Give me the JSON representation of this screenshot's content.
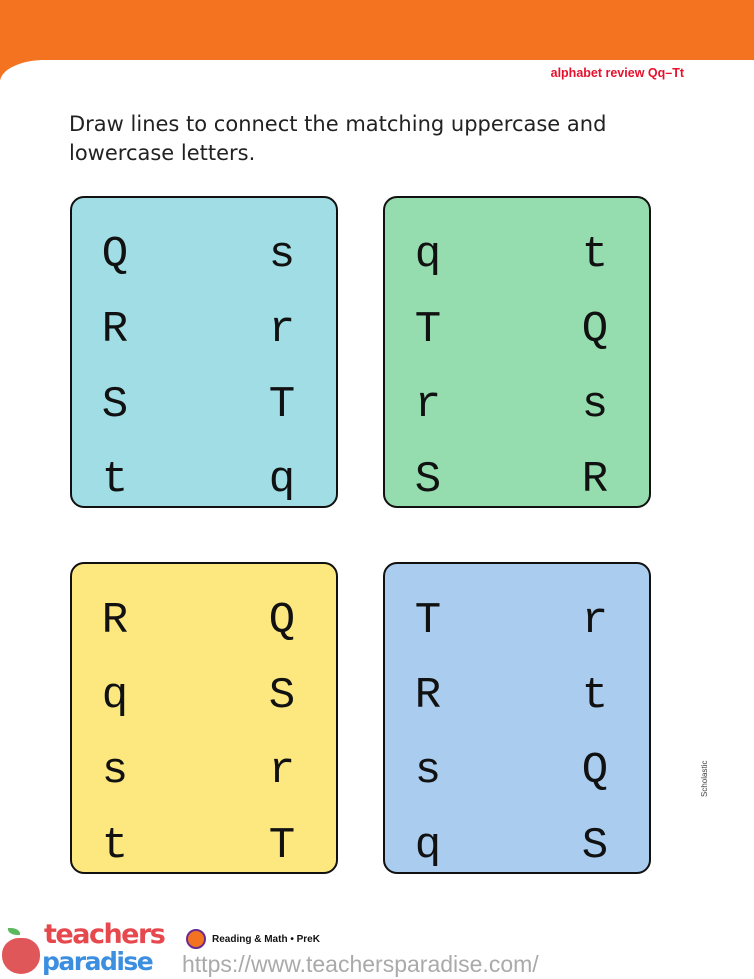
{
  "header": {
    "subtitle": "alphabet review Qq–Tt",
    "accent": "#f37321",
    "subtitle_color": "#e8112d"
  },
  "instructions": "Draw lines to connect the matching uppercase and lowercase letters.",
  "boxes": [
    {
      "color": "#a0dde4",
      "left": [
        "Q",
        "R",
        "S",
        "t"
      ],
      "right": [
        "s",
        "r",
        "T",
        "q"
      ]
    },
    {
      "color": "#95dcae",
      "left": [
        "q",
        "T",
        "r",
        "S"
      ],
      "right": [
        "t",
        "Q",
        "s",
        "R"
      ]
    },
    {
      "color": "#fde880",
      "left": [
        "R",
        "q",
        "s",
        "t"
      ],
      "right": [
        "Q",
        "S",
        "r",
        "T"
      ]
    },
    {
      "color": "#a9ccef",
      "left": [
        "T",
        "R",
        "s",
        "q"
      ],
      "right": [
        "r",
        "t",
        "Q",
        "S"
      ]
    }
  ],
  "side_credit": "Scholastic",
  "footer": {
    "book": "Reading & Math • PreK",
    "logo_top": "teachers",
    "logo_bottom": "paradise",
    "url": "https://www.teachersparadise.com/"
  }
}
